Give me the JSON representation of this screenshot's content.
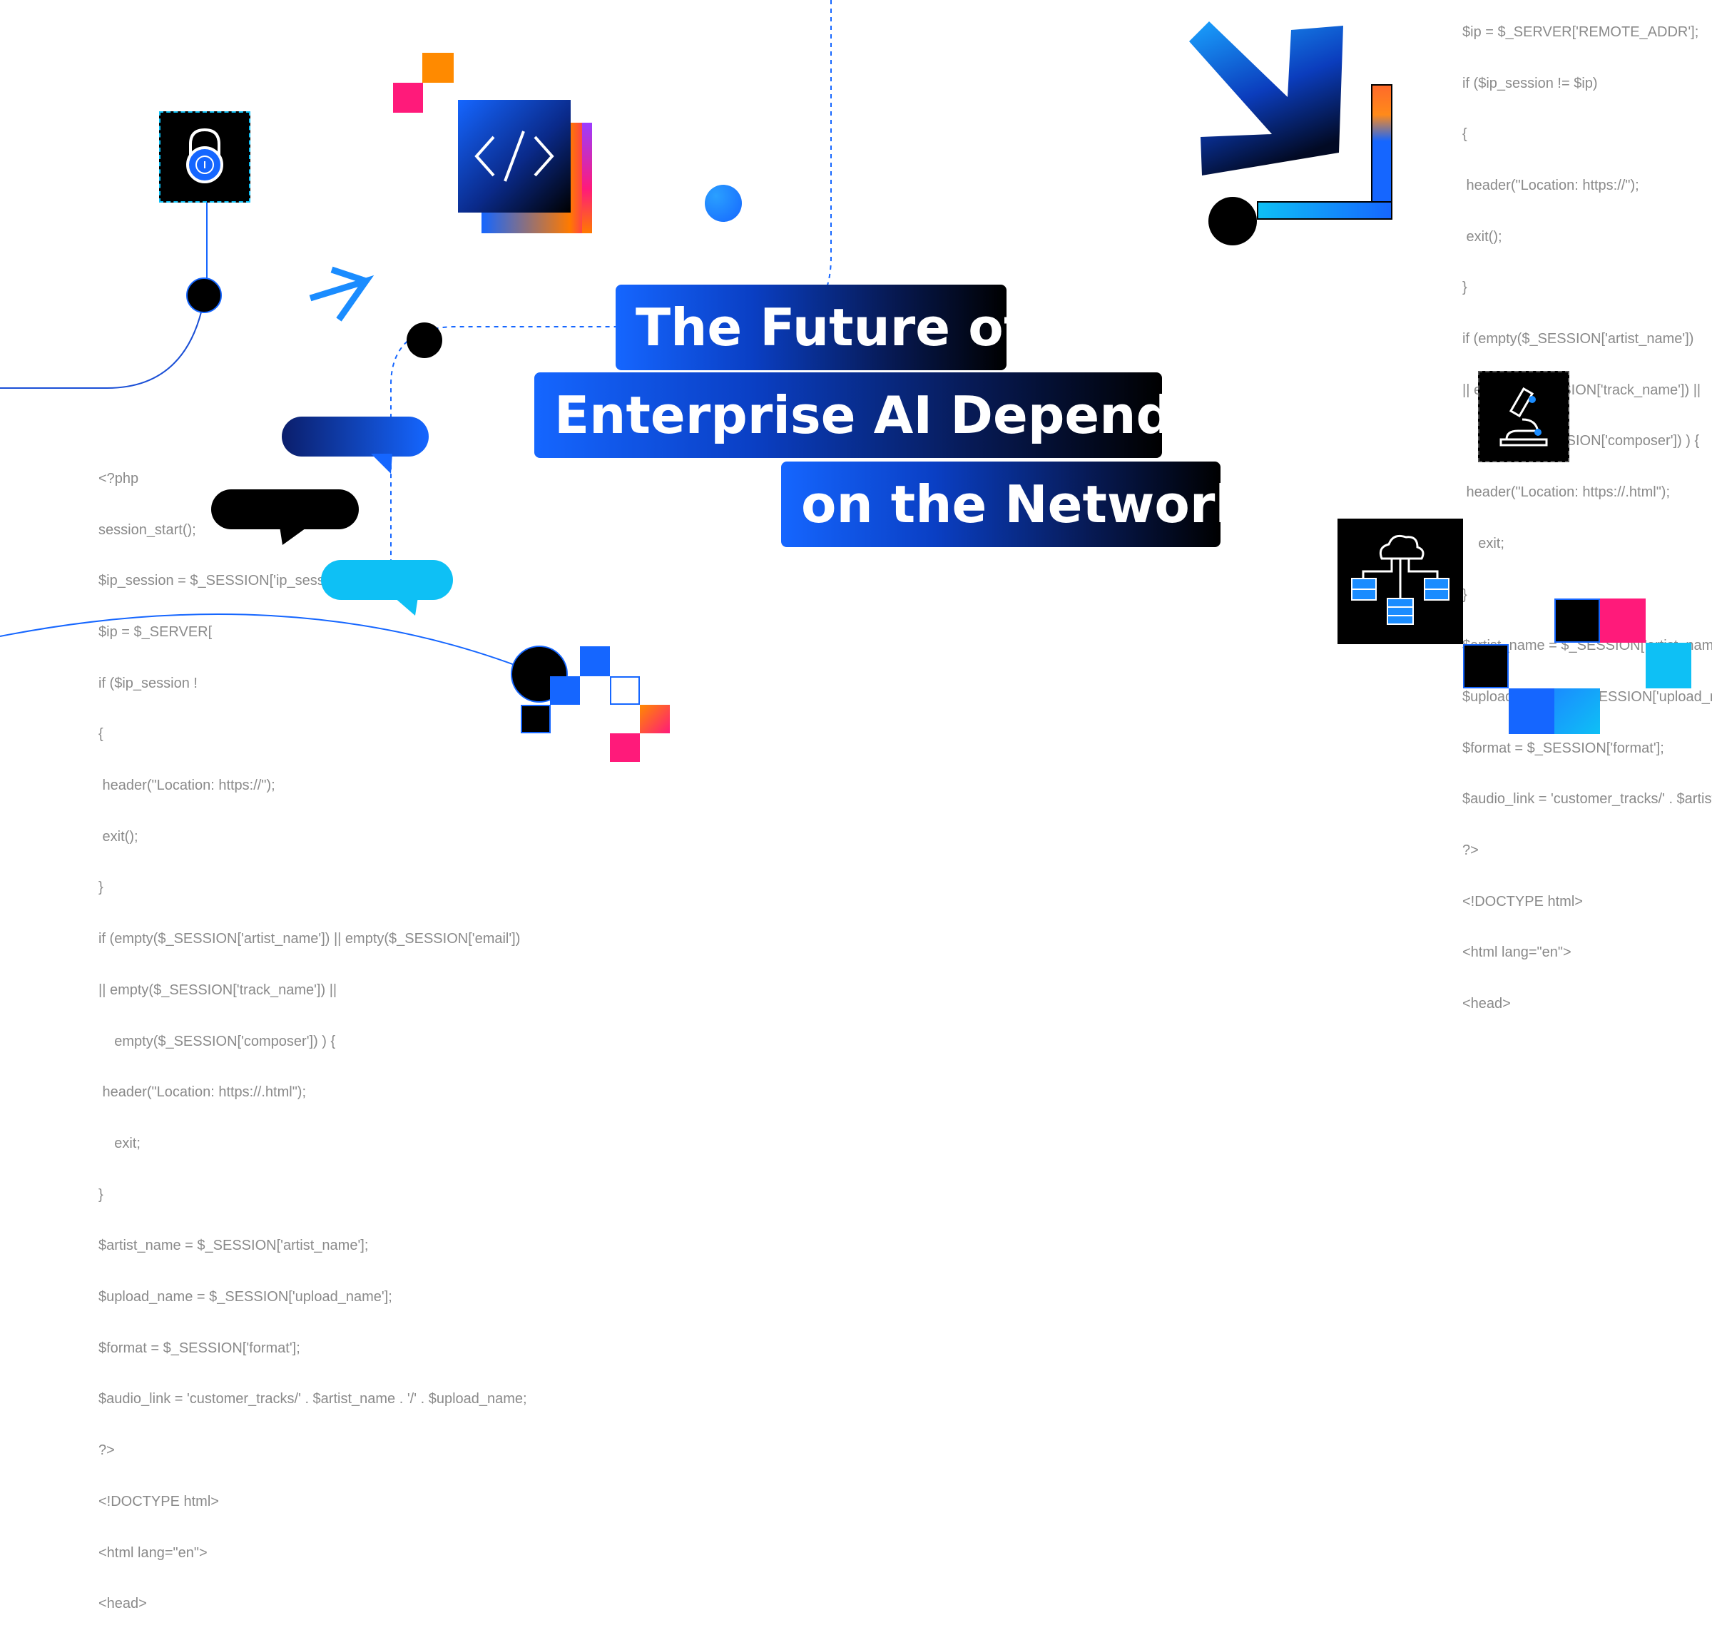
{
  "title": {
    "line1": "The Future of",
    "line2": "Enterprise AI Depends",
    "line3": "on the Network"
  },
  "code_left": [
    "<?php",
    "session_start();",
    "$ip_session = $_SESSION['ip_session'];",
    "$ip = $_SERVER[",
    "if ($ip_session !",
    "{",
    " header(\"Location: https://\");",
    " exit();",
    "}",
    "if (empty($_SESSION['artist_name']) || empty($_SESSION['email'])",
    "|| empty($_SESSION['track_name']) ||",
    "    empty($_SESSION['composer']) ) {",
    " header(\"Location: https://.html\");",
    "    exit;",
    "}",
    "$artist_name = $_SESSION['artist_name'];",
    "$upload_name = $_SESSION['upload_name'];",
    "$format = $_SESSION['format'];",
    "$audio_link = 'customer_tracks/' . $artist_name . '/' . $upload_name;",
    "?>",
    "<!DOCTYPE html>",
    "<html lang=\"en\">",
    "<head>"
  ],
  "code_right": [
    "$ip = $_SERVER['REMOTE_ADDR'];",
    "if ($ip_session != $ip)",
    "{",
    " header(\"Location: https://\");",
    " exit();",
    "}",
    "if (empty($_SESSION['artist_name'])",
    "|| empty($_SESSION['track_name']) ||",
    "    empty($_SESSION['composer']) ) {",
    " header(\"Location: https://.html\");",
    "    exit;",
    "}",
    "$artist_name = $_SESSION['artist_name'];",
    "$upload_name = $_SESSION['upload_name'];",
    "$format = $_SESSION['format'];",
    "$audio_link = 'customer_tracks/' . $artist_name;",
    "?>",
    "<!DOCTYPE html>",
    "<html lang=\"en\">",
    "<head>"
  ],
  "icons": [
    "lock-icon",
    "code-brackets-icon",
    "arrow-icon",
    "diagonal-arrow-icon",
    "microscope-icon",
    "cloud-network-icon",
    "chat-bubble-icon"
  ],
  "colors": {
    "blue": "#1566ff",
    "navy": "#071a55",
    "cyan": "#0ec0f5",
    "magenta": "#ff1a7a",
    "orange": "#ff8a00",
    "black": "#000000",
    "code_gray": "#8a8a8a"
  }
}
